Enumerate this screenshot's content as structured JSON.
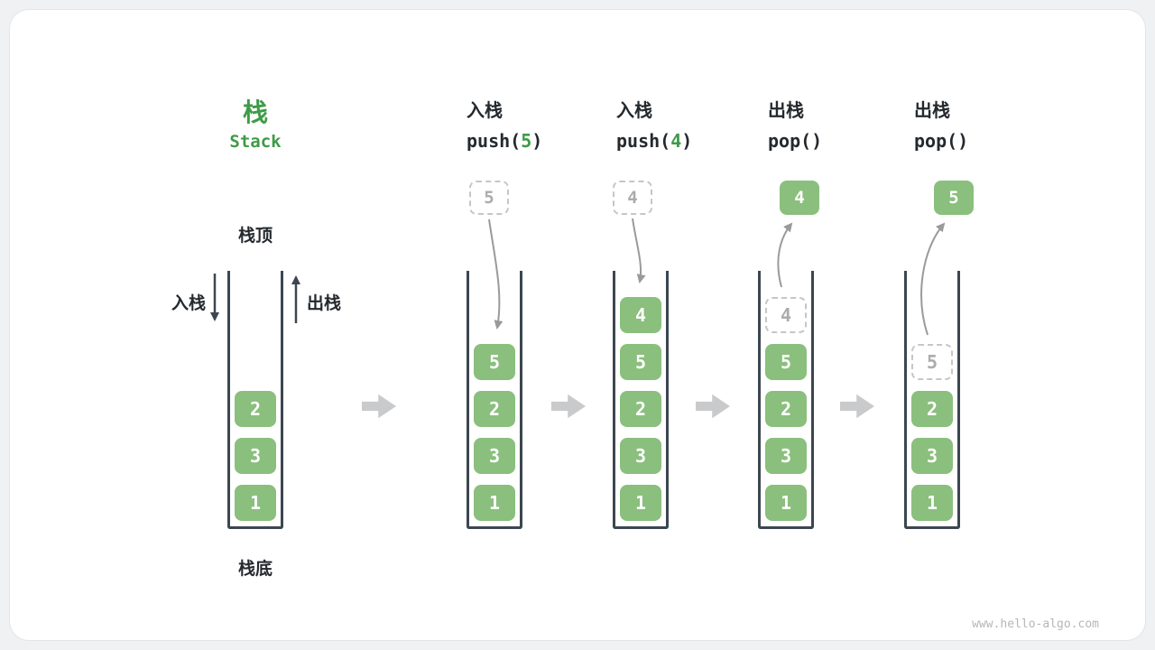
{
  "title": {
    "zh": "栈",
    "en": "Stack"
  },
  "side_labels": {
    "stack_top": "栈顶",
    "stack_bottom": "栈底",
    "push": "入栈",
    "pop": "出栈"
  },
  "steps": [
    {
      "op": "入栈",
      "code_pre": "push(",
      "code_arg": "5",
      "code_post": ")",
      "floating": "5",
      "floating_style": "dashed"
    },
    {
      "op": "入栈",
      "code_pre": "push(",
      "code_arg": "4",
      "code_post": ")",
      "floating": "4",
      "floating_style": "dashed"
    },
    {
      "op": "出栈",
      "code_pre": "pop(",
      "code_arg": "",
      "code_post": ")",
      "floating": "4",
      "floating_style": "solid"
    },
    {
      "op": "出栈",
      "code_pre": "pop(",
      "code_arg": "",
      "code_post": ")",
      "floating": "5",
      "floating_style": "solid"
    }
  ],
  "stacks": [
    {
      "cells": [
        {
          "v": "2"
        },
        {
          "v": "3"
        },
        {
          "v": "1"
        }
      ]
    },
    {
      "cells": [
        {
          "v": "5"
        },
        {
          "v": "2"
        },
        {
          "v": "3"
        },
        {
          "v": "1"
        }
      ]
    },
    {
      "cells": [
        {
          "v": "4"
        },
        {
          "v": "5"
        },
        {
          "v": "2"
        },
        {
          "v": "3"
        },
        {
          "v": "1"
        }
      ]
    },
    {
      "cells": [
        {
          "v": "4",
          "dashed": true
        },
        {
          "v": "5"
        },
        {
          "v": "2"
        },
        {
          "v": "3"
        },
        {
          "v": "1"
        }
      ]
    },
    {
      "cells": [
        {
          "v": "5",
          "dashed": true
        },
        {
          "v": "2"
        },
        {
          "v": "3"
        },
        {
          "v": "1"
        }
      ]
    }
  ],
  "icons": {
    "block_arrow": "right-block-arrow",
    "curved_arrow": "curved-gray-arrow"
  },
  "colors": {
    "cell_green": "#8abf7d",
    "accent_green": "#3e9b47",
    "wall_dark": "#3c4650",
    "arrow_gray": "#9a9a9a",
    "block_arrow_gray": "#c9cacb",
    "dashed_gray": "#c4c6c8"
  },
  "watermark": "www.hello-algo.com"
}
